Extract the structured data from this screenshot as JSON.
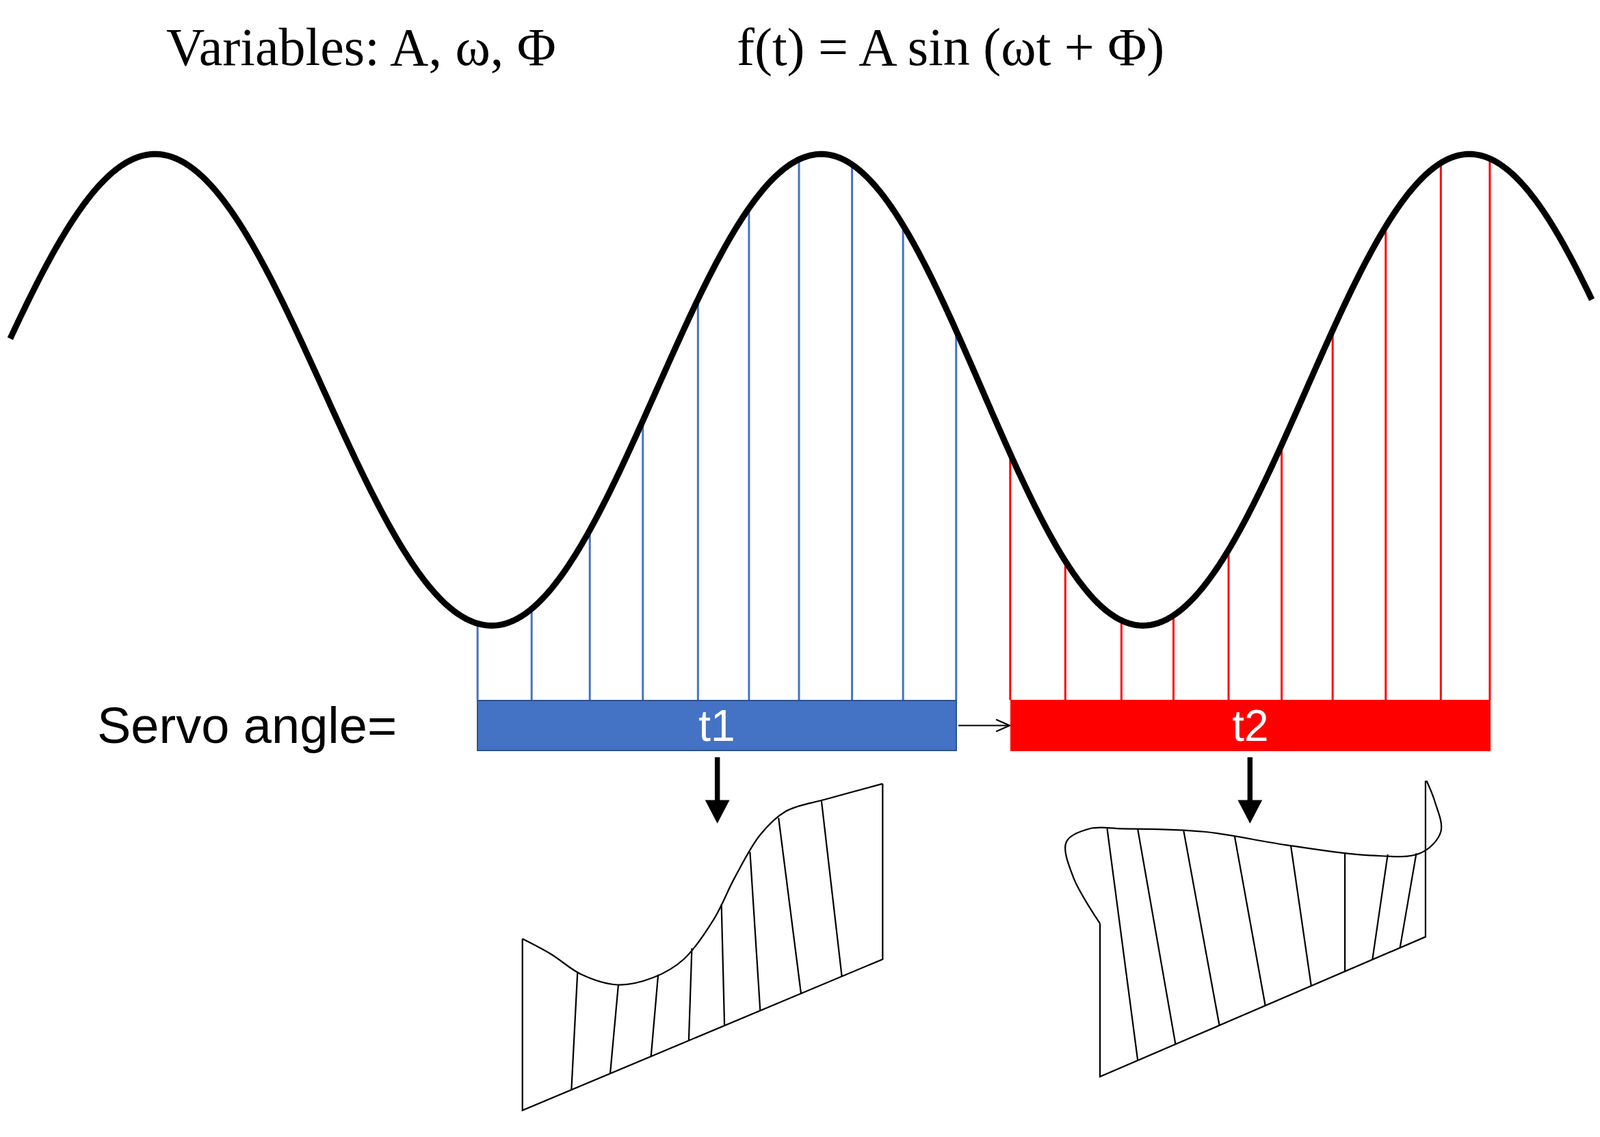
{
  "diagram": {
    "nodes": [
      {
        "text": [
          "t1"
        ]
      },
      {
        "text": [
          "t2"
        ]
      }
    ],
    "edges": [
      {
        "from": 0,
        "to": 1,
        "arrow": "to"
      }
    ],
    "labels": [
      "Variables: A, ω, Φ",
      "f(t) = A sin (ωt + Φ)",
      "Servo angle="
    ]
  }
}
